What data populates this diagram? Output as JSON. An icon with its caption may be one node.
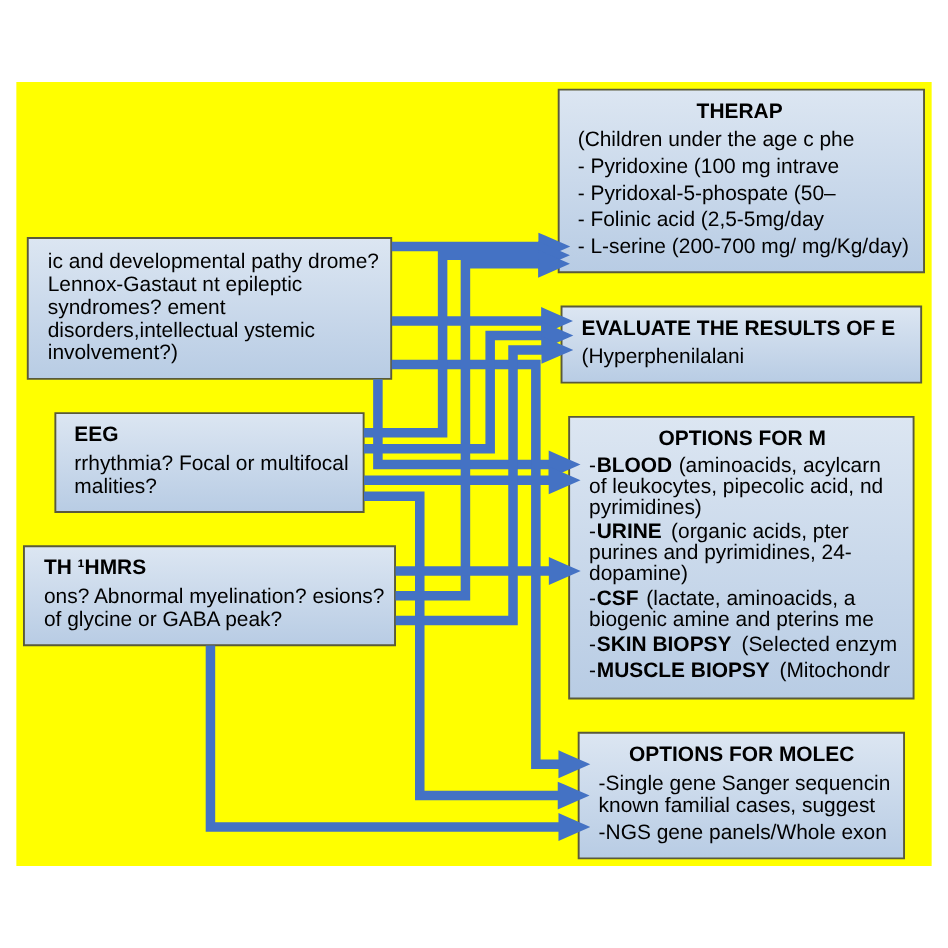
{
  "diagram": {
    "nodes": [
      {
        "text": [
          "ic and developmental pathy drome? Lennox-Gastaut nt epileptic syndromes? ement disorders,intellectual ystemic involvement?)"
        ]
      },
      {
        "text": [
          "EEG",
          "rrhythmia? Focal or multifocal malities?"
        ]
      },
      {
        "text": [
          "TH ¹HMRS",
          "ons? Abnormal myelination? esions? of glycine or GABA peak?"
        ]
      },
      {
        "text": [
          "THERAP",
          "(Children under the age c phe",
          "- Pyridoxine (100 mg intrave",
          "- Pyridoxal-5-phospate (50–",
          "- Folinic acid (2,5-5mg/day",
          "- L-serine (200-700 mg/ mg/Kg/day)"
        ]
      },
      {
        "text": [
          "EVALUATE THE RESULTS OF E",
          "(Hyperphenilalani"
        ]
      },
      {
        "text": [
          "OPTIONS FOR M",
          "-**BLOOD** (aminoacids, acylcarn of leukocytes, pipecolic acid, nd pyrimidines)",
          "-**URINE** (organic acids, pter purines and pyrimidines, 24- dopamine)",
          "-**CSF** (lactate, aminoacids, a biogenic amine and pterins me",
          "-**SKIN BIOPSY** (Selected enzym",
          "-**MUSCLE BIOPSY** (Mitochondr"
        ]
      },
      {
        "text": [
          "OPTIONS FOR MOLEC",
          "-Single gene Sanger sequencin known familial cases, suggest",
          "-NGS gene panels/Whole exon"
        ]
      }
    ],
    "edges": [
      {
        "from": 0,
        "to": 3,
        "arrow": "to"
      },
      {
        "from": 0,
        "to": 4,
        "arrow": "to"
      },
      {
        "from": 0,
        "to": 5,
        "arrow": "to"
      },
      {
        "from": 0,
        "to": 6,
        "arrow": "to"
      },
      {
        "from": 1,
        "to": 3,
        "arrow": "to"
      },
      {
        "from": 1,
        "to": 4,
        "arrow": "to"
      },
      {
        "from": 1,
        "to": 5,
        "arrow": "to"
      },
      {
        "from": 1,
        "to": 6,
        "arrow": "to"
      },
      {
        "from": 2,
        "to": 3,
        "arrow": "to"
      },
      {
        "from": 2,
        "to": 4,
        "arrow": "to"
      },
      {
        "from": 2,
        "to": 5,
        "arrow": "to"
      },
      {
        "from": 2,
        "to": 6,
        "arrow": "to"
      }
    ]
  }
}
